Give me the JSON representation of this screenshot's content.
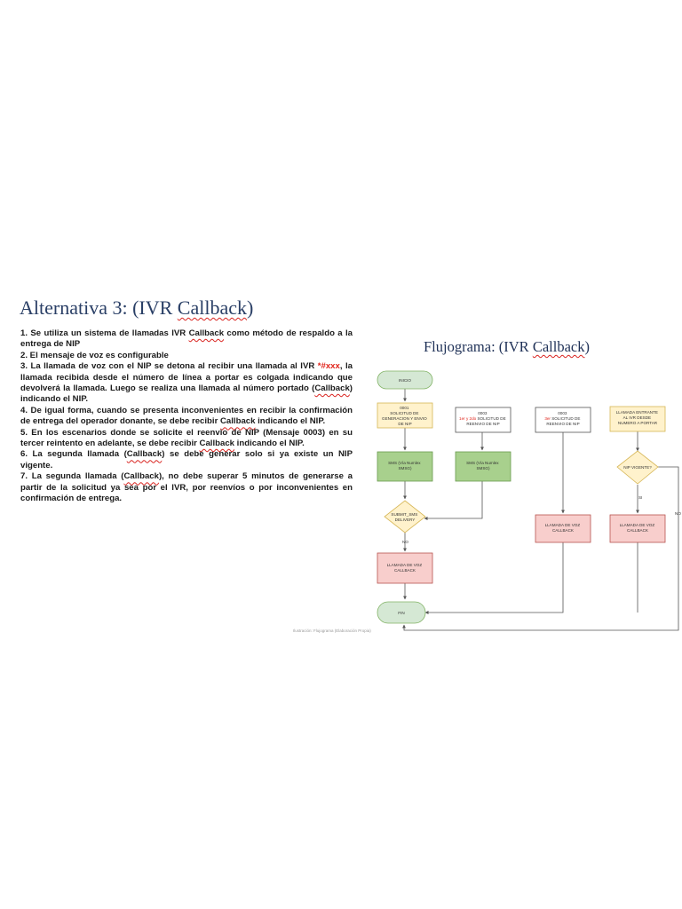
{
  "slide": {
    "title_prefix": "Alternativa 3: (IVR ",
    "title_underlined": "Callback",
    "title_suffix": ")",
    "items": [
      {
        "id": "1",
        "parts": [
          {
            "t": "1. Se utiliza un sistema de llamadas IVR "
          },
          {
            "t": "Callback",
            "u": true
          },
          {
            "t": " como método de respaldo a la entrega de NIP"
          }
        ]
      },
      {
        "id": "2",
        "parts": [
          {
            "t": "2. El mensaje de voz es configurable"
          }
        ]
      },
      {
        "id": "3",
        "parts": [
          {
            "t": "3. La llamada de voz con el NIP se detona al recibir una llamada al IVR "
          },
          {
            "t": "*#xxx",
            "red": true
          },
          {
            "t": ", la llamada recibida desde el número de línea a portar es colgada indicando que devolverá la llamada. Luego se realiza una llamada al número portado ("
          },
          {
            "t": "Callback",
            "u": true
          },
          {
            "t": ") indicando el NIP."
          }
        ]
      },
      {
        "id": "4",
        "parts": [
          {
            "t": "4. De igual forma, cuando se presenta inconvenientes en recibir la confirmación de entrega del operador donante, se debe recibir "
          },
          {
            "t": "Callback",
            "u": true
          },
          {
            "t": "  indicando el NIP."
          }
        ]
      },
      {
        "id": "5",
        "parts": [
          {
            "t": "5. En los escenarios donde se solicite el reenvío de NIP (Mensaje 0003) en su tercer reintento en adelante, se debe recibir "
          },
          {
            "t": "Callback",
            "u": true
          },
          {
            "t": "  indicando el NIP."
          }
        ]
      },
      {
        "id": "6",
        "parts": [
          {
            "t": "6. La segunda llamada ("
          },
          {
            "t": "Callback",
            "u": true
          },
          {
            "t": ") se debe generar solo si ya existe un NIP vigente."
          }
        ]
      },
      {
        "id": "7",
        "parts": [
          {
            "t": "7. La segunda llamada ("
          },
          {
            "t": "Callback",
            "u": true
          },
          {
            "t": "), no debe superar 5 minutos de generarse a partir de la solicitud ya sea por el IVR, por reenvíos o por inconvenientes en confirmación de entrega."
          }
        ]
      }
    ]
  },
  "flowchart": {
    "title_prefix": "Flujograma: (IVR ",
    "title_underlined": "Callback",
    "title_suffix": ")",
    "caption": "Ilustración: Flujograma (Elaboración Propia)",
    "colors": {
      "green_fill": "#d5e8d4",
      "green_stroke": "#82b366",
      "yellow_fill": "#fff2cc",
      "yellow_stroke": "#d6b656",
      "red_fill": "#f8cecc",
      "red_stroke": "#b85450",
      "sms_fill": "#a8d08d",
      "sms_stroke": "#6a9b4e",
      "line": "#555555",
      "accent_red": "#e0241b"
    },
    "nodes": {
      "inicio": "INICIO",
      "msg0001": [
        "0001",
        "SOLICITUD DE",
        "GENERACION Y ENVIO",
        "DE NIP"
      ],
      "msg0003a": [
        "0003"
      ],
      "msg0003a_red": "1er y 2do",
      "msg0003a_rest": [
        "SOLICITUD DE",
        "REENVIO DE NIP"
      ],
      "msg0003b": [
        "0003"
      ],
      "msg0003b_red": "3er",
      "msg0003b_rest": [
        "SOLICITUD DE",
        "REENVIO DE NIP"
      ],
      "llamada_entrante": [
        "LLAMADA ENTRANTE",
        "AL IVR DESDE",
        "NUMERO A PORTAR"
      ],
      "sms1": [
        "SMS (Vía Numlex",
        "SMSG)"
      ],
      "sms2": [
        "SMS (Vía Numlex",
        "SMSG)"
      ],
      "nip_vigente": "NIP VIGENTE?",
      "submit_sms": [
        "SUBMIT_SMS",
        "DELIVERY"
      ],
      "llamada_voz1": [
        "LLAMADA DE VOZ",
        "CALLBACK"
      ],
      "llamada_voz2": [
        "LLAMADA DE VOZ",
        "CALLBACK"
      ],
      "llamada_voz3": [
        "LLAMADA DE VOZ",
        "CALLBACK"
      ],
      "fin": "FIN"
    },
    "edge_labels": {
      "no_submit": "NO",
      "si": "SI",
      "no_nip": "NO"
    }
  }
}
